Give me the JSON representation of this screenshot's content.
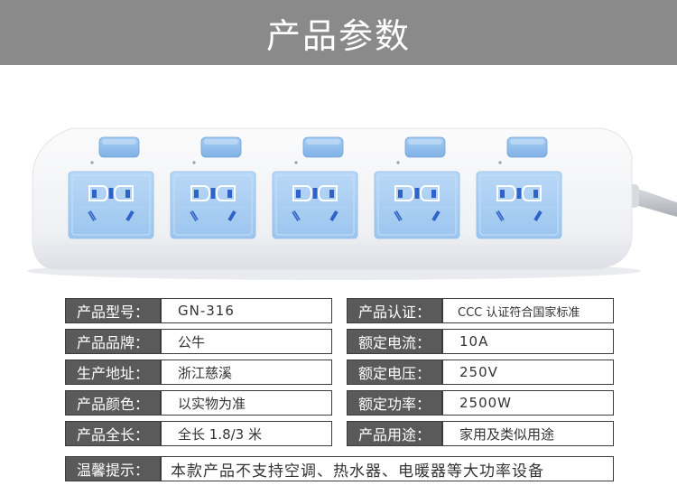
{
  "header": {
    "title": "产品参数"
  },
  "product_image": {
    "description_icon": "power-strip-icon",
    "socket_count": 5,
    "colors": {
      "body": "#f4f5f7",
      "socket": "#a9cdf2",
      "switch": "#8fbdea",
      "cable": "#c9ccd1"
    }
  },
  "specs": {
    "left": [
      {
        "label": "产品型号：",
        "value": "GN-316"
      },
      {
        "label": "产品品牌：",
        "value": "公牛"
      },
      {
        "label": "生产地址：",
        "value": "浙江慈溪"
      },
      {
        "label": "产品颜色：",
        "value": "以实物为准"
      },
      {
        "label": "产品全长：",
        "value": "全长 1.8/3 米"
      }
    ],
    "right": [
      {
        "label": "产品认证：",
        "value": "CCC 认证符合国家标准"
      },
      {
        "label": "额定电流：",
        "value": "10A"
      },
      {
        "label": "额定电压：",
        "value": "250V"
      },
      {
        "label": "额定功率：",
        "value": "2500W"
      },
      {
        "label": "产品用途：",
        "value": "家用及类似用途"
      }
    ],
    "tip": {
      "label": "温馨提示：",
      "value": "本款产品不支持空调、热水器、电暖器等大功率设备"
    }
  }
}
